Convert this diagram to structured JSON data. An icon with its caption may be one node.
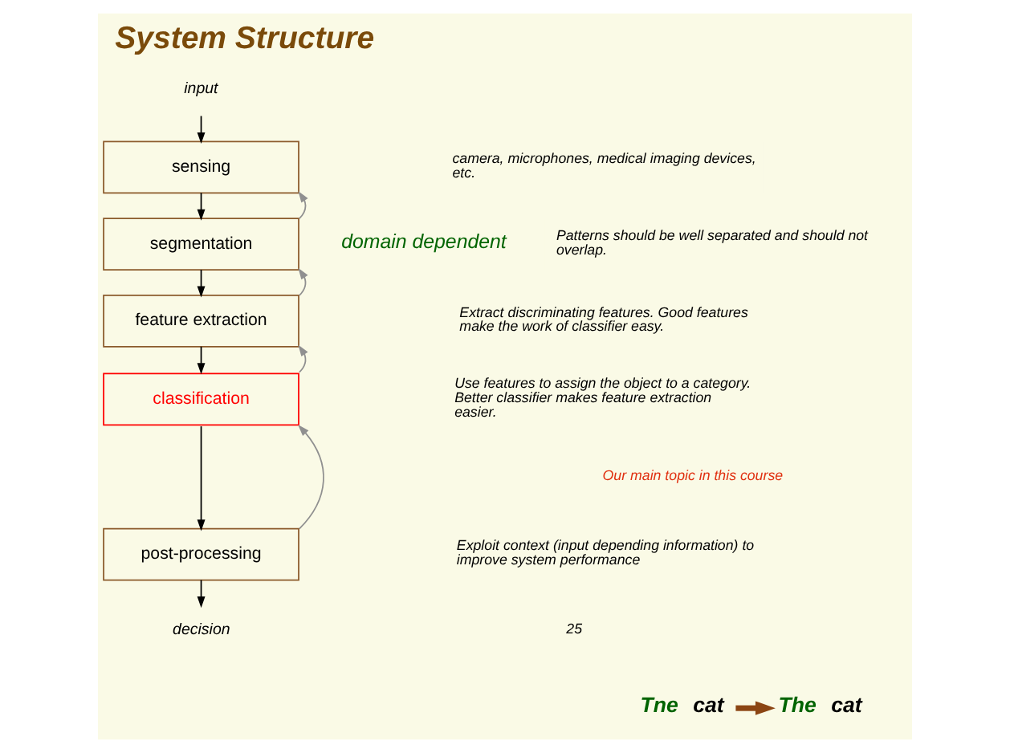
{
  "diagram": {
    "title": "System Structure",
    "nodes": [
      {
        "text": [
          "input"
        ]
      },
      {
        "text": [
          "sensing"
        ]
      },
      {
        "text": [
          "segmentation"
        ]
      },
      {
        "text": [
          "feature extraction"
        ]
      },
      {
        "text": [
          "classification"
        ]
      },
      {
        "text": [
          "post-processing"
        ]
      },
      {
        "text": [
          "decision"
        ]
      },
      {
        "text": [
          "Tne",
          "cat"
        ]
      },
      {
        "text": [
          "The",
          "cat"
        ]
      }
    ],
    "edges": [
      {
        "from": 0,
        "to": 1,
        "arrow": "to"
      },
      {
        "from": 1,
        "to": 2,
        "arrow": "to"
      },
      {
        "from": 2,
        "to": 1,
        "arrow": "to",
        "color": "#909090"
      },
      {
        "from": 2,
        "to": 3,
        "arrow": "to"
      },
      {
        "from": 3,
        "to": 2,
        "arrow": "to",
        "color": "#909090"
      },
      {
        "from": 3,
        "to": 4,
        "arrow": "to"
      },
      {
        "from": 4,
        "to": 3,
        "arrow": "to",
        "color": "#909090"
      },
      {
        "from": 4,
        "to": 5,
        "arrow": "to"
      },
      {
        "from": 5,
        "to": 4,
        "arrow": "to",
        "color": "#909090"
      },
      {
        "from": 5,
        "to": 6,
        "arrow": "to"
      },
      {
        "from": 7,
        "to": 8,
        "arrow": "to",
        "style": "thick",
        "color": "#8b4513"
      }
    ],
    "labels": [
      "domain dependent",
      "camera, microphones, medical imaging devices, etc.",
      "Patterns should be well separated and should not overlap.",
      "Extract discriminating features. Good features make the work of classifier easy.",
      "Use features to assign the object to a category. Better classifier makes feature extraction easier.",
      "Our main topic in this course",
      "Exploit context (input depending information) to improve system performance",
      "25"
    ]
  }
}
